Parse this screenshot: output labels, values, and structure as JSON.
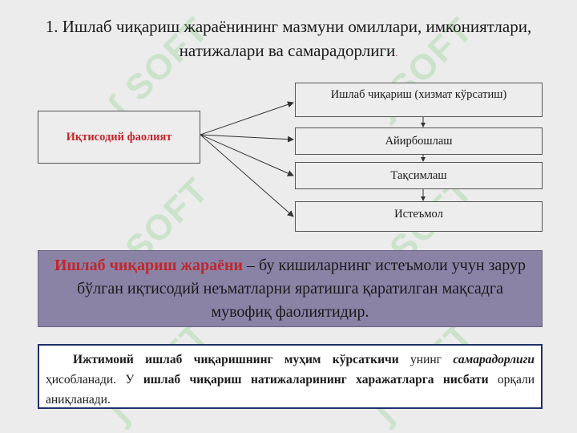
{
  "title": {
    "text": "1. Ишлаб чиқариш жараёнининг мазмуни омиллари, имкониятлари, натижалари ва самарадорлиги",
    "end_mark": "."
  },
  "diagram": {
    "source": "Иқтисодий фаолият",
    "targets": [
      "Ишлаб чиқариш (хизмат кўрсатиш)",
      "Айирбошлаш",
      "Тақсимлаш",
      "Истеъмол"
    ]
  },
  "definition": {
    "term": "Ишлаб чиқариш жараёни",
    "text": " – бу кишиларнинг истеъмоли учун зарур бўлган иқтисодий неъматларни яратишга қаратилган мақсадга мувофиқ фаолиятидир."
  },
  "note": {
    "p1": "Ижтимоий ишлаб чиқаришнинг муҳим кўрсаткичи",
    "p2": " унинг ",
    "p3": "самарадорлиги",
    "p4": " ҳисобланади. У ",
    "p5": "ишлаб чиқариш натижаларининг харажатларга нисбати",
    "p6": " орқали аниқланади."
  },
  "colors": {
    "accent_red": "#c0272d",
    "definition_bg": "#8b83a6",
    "note_border": "#1f2f6b"
  }
}
